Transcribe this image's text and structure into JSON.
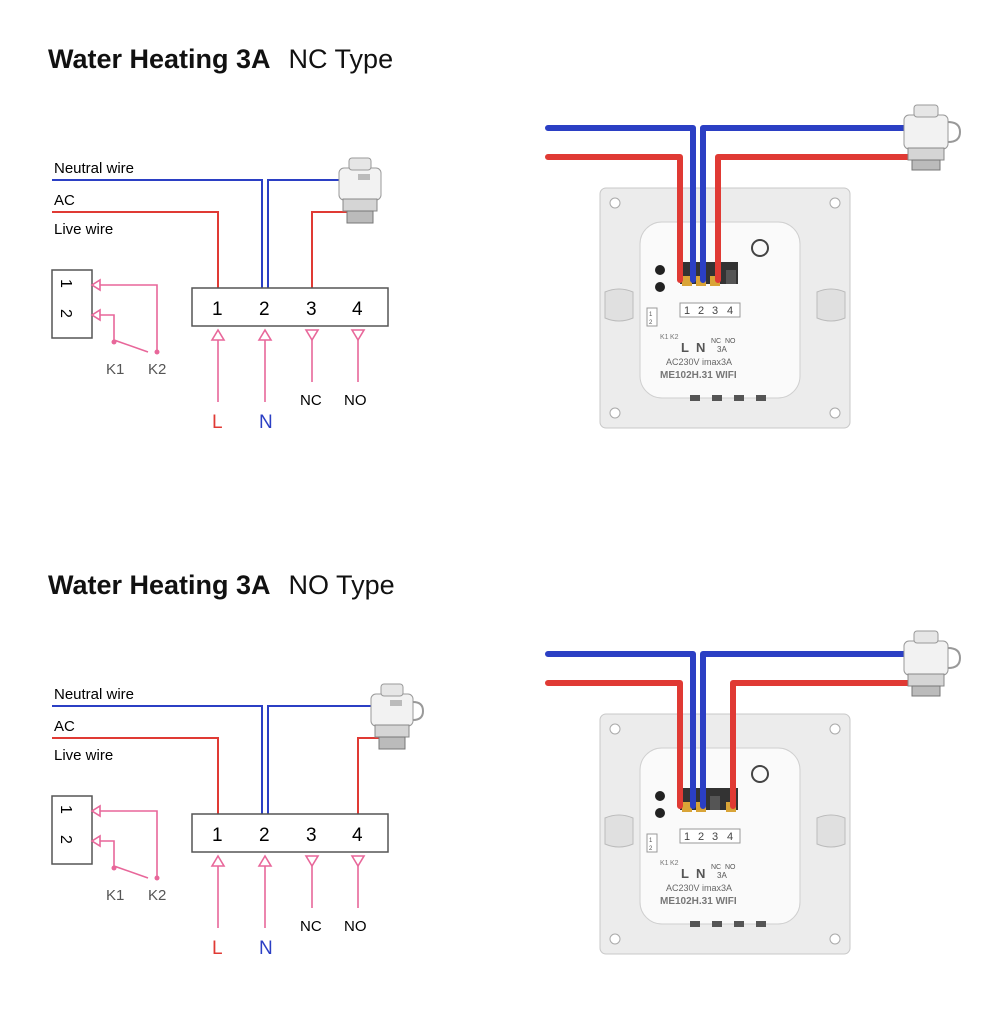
{
  "colors": {
    "neutral": "#2b3fc4",
    "live": "#e03a34",
    "signal": "#e8679a",
    "terminal_border": "#555555",
    "device_body": "#f4f4f4",
    "panel": "#eeeeee"
  },
  "sections": [
    {
      "title_main": "Water Heating 3A",
      "title_sub": "NC Type",
      "wire_neutral": "Neutral wire",
      "wire_ac": "AC",
      "wire_live": "Live wire",
      "switch_labels": [
        "1",
        "2"
      ],
      "k_labels": [
        "K1",
        "K2"
      ],
      "terminals": [
        "1",
        "2",
        "3",
        "4"
      ],
      "bottom_L": "L",
      "bottom_N": "N",
      "bottom_nc": "NC",
      "bottom_no": "NO",
      "device": {
        "terminals": [
          "1",
          "2",
          "3",
          "4"
        ],
        "sw_labels": [
          "1",
          "2"
        ],
        "k_labels": [
          "K1",
          "K2"
        ],
        "L": "L",
        "N": "N",
        "nc": "NC",
        "no": "NO",
        "rating": "3A",
        "spec": "AC230V imax3A",
        "model": "ME102H.31 WIFI"
      }
    },
    {
      "title_main": "Water Heating 3A",
      "title_sub": "NO Type",
      "wire_neutral": "Neutral wire",
      "wire_ac": "AC",
      "wire_live": "Live wire",
      "switch_labels": [
        "1",
        "2"
      ],
      "k_labels": [
        "K1",
        "K2"
      ],
      "terminals": [
        "1",
        "2",
        "3",
        "4"
      ],
      "bottom_L": "L",
      "bottom_N": "N",
      "bottom_nc": "NC",
      "bottom_no": "NO",
      "device": {
        "terminals": [
          "1",
          "2",
          "3",
          "4"
        ],
        "sw_labels": [
          "1",
          "2"
        ],
        "k_labels": [
          "K1",
          "K2"
        ],
        "L": "L",
        "N": "N",
        "nc": "NC",
        "no": "NO",
        "rating": "3A",
        "spec": "AC230V imax3A",
        "model": "ME102H.31 WIFI"
      }
    }
  ]
}
